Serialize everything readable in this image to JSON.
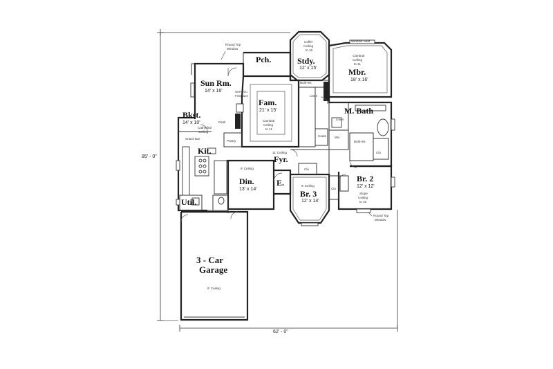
{
  "dimensions": {
    "width_label": "62' - 0\"",
    "depth_label": "85' - 0\""
  },
  "rooms": {
    "porch": {
      "name": "Pch."
    },
    "study": {
      "name": "Stdy.",
      "size": "12' x 15'",
      "note1": "Coffer",
      "note2": "Ceiling",
      "note3": "to 10"
    },
    "master": {
      "name": "Mbr.",
      "size": "18' x 16'",
      "note1": "Cambral",
      "note2": "Ceiling",
      "note3": "to 11"
    },
    "sunroom": {
      "name": "Sun Rm.",
      "size": "14' x 16'"
    },
    "family": {
      "name": "Fam.",
      "size": "21' x 15'",
      "note1": "Cambral",
      "note2": "Ceiling",
      "note3": "to 11"
    },
    "bath": {
      "name": "M. Bath"
    },
    "bkfst": {
      "name": "Bkst.",
      "size": "14' x 10'"
    },
    "kitchen": {
      "name": "Kit."
    },
    "foyer": {
      "name": "Fyr.",
      "note": "11' Ceiling"
    },
    "dining": {
      "name": "Din.",
      "size": "13' x 14'",
      "note": "9' Ceiling"
    },
    "entry": {
      "name": "E."
    },
    "bed3": {
      "name": "Br. 3",
      "size": "12' x 14'",
      "note": "9' Ceiling"
    },
    "bed2": {
      "name": "Br. 2",
      "size": "12' x 12'",
      "note1": "Slope",
      "note2": "Ceiling",
      "note3": "to 10"
    },
    "utility": {
      "name": "Util."
    },
    "garage": {
      "name1": "3 - Car",
      "name2": "Garage",
      "note": "9' Ceiling"
    }
  },
  "notes": {
    "roundtop_top": "Round Top",
    "roundtop_top2": "Window",
    "roundtop_right": "Round Top",
    "roundtop_right2": "Window",
    "window_seat": "Window Seat",
    "fireplace": "See-thru",
    "fireplace2": "Fireplace",
    "cathedral": "Cathedral",
    "cathedral2": "Ceiling",
    "snack_bar": "Snack Bar",
    "pantry": "Pantry",
    "desk": "Desk",
    "built_ins": "Built-Ins",
    "built_ins2": "Built-Ins",
    "linen": "Linen",
    "linen2": "Linen",
    "coats": "Coats",
    "clo1": "Clo",
    "clo2": "Clo",
    "clo3": "Clo",
    "wic": "Wic"
  }
}
